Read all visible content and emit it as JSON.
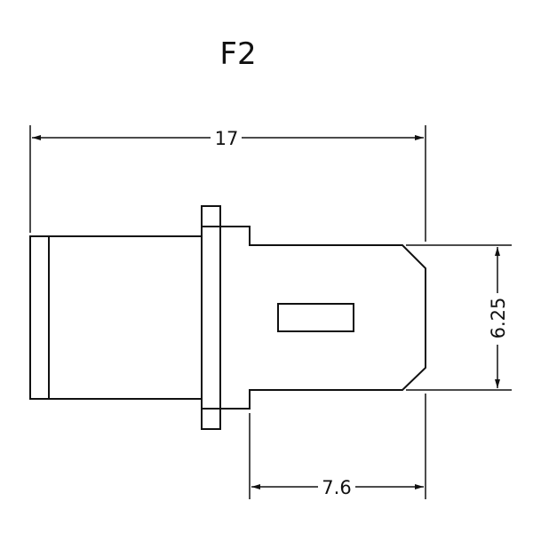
{
  "title": "F2",
  "dimensions": {
    "overall_length": "17",
    "height": "6.25",
    "tip_length": "7.6"
  },
  "colors": {
    "line": "#111111",
    "background": "#ffffff"
  }
}
